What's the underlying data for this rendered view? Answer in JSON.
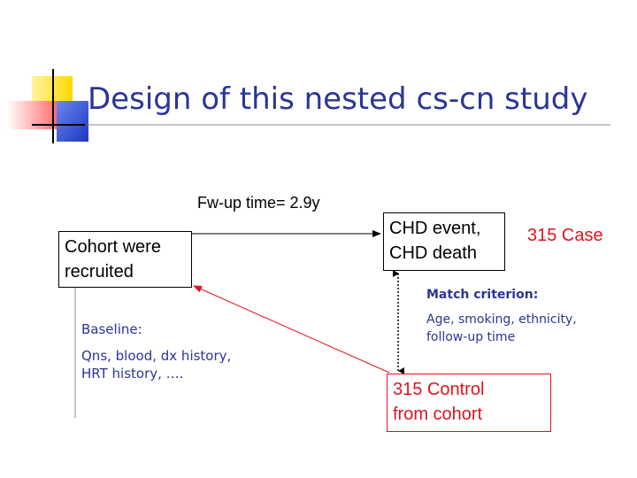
{
  "slide": {
    "title": "Design of this nested cs-cn study"
  },
  "diagram": {
    "followup_label": "Fw-up time= 2.9y",
    "cohort_box": {
      "line1": "Cohort were",
      "line2": "recruited"
    },
    "chd_box": {
      "line1": "CHD event,",
      "line2": "CHD death"
    },
    "case_label": "315 Case",
    "control_box": {
      "line1": "315 Control",
      "line2": "from cohort"
    },
    "baseline": {
      "title": "Baseline:",
      "line1": "Qns, blood, dx history,",
      "line2": "HRT history,  …."
    },
    "match": {
      "title": "Match criterion:",
      "line1": "Age, smoking, ethnicity,",
      "line2": "follow-up time"
    }
  },
  "colors": {
    "title": "#2b3597",
    "case": "#e0141e",
    "control_border": "#e0141e",
    "deco_yellow": "#ffe24a",
    "deco_red": "#ff4a4a",
    "deco_blue": "#3a56d8"
  }
}
